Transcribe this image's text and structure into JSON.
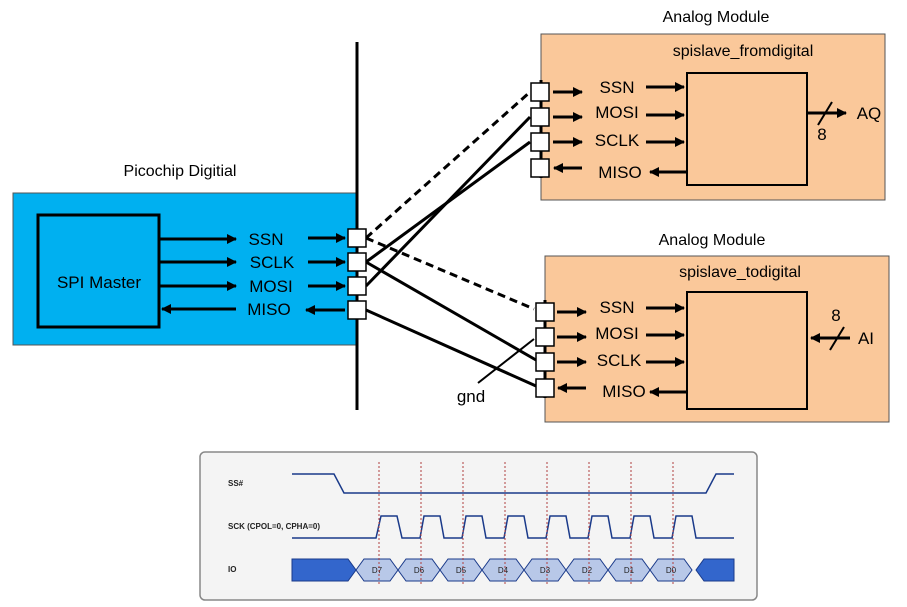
{
  "picochip": {
    "title": "Picochip Digitial",
    "block": "SPI Master",
    "signals": [
      "SSN",
      "SCLK",
      "MOSI",
      "MISO"
    ]
  },
  "module_top": {
    "title": "Analog Module",
    "block": "spislave_fromdigital",
    "signals": [
      "SSN",
      "MOSI",
      "SCLK",
      "MISO"
    ],
    "bus_label": "AQ",
    "bus_width": "8"
  },
  "module_bottom": {
    "title": "Analog Module",
    "block": "spislave_todigital",
    "signals": [
      "SSN",
      "MOSI",
      "SCLK",
      "MISO"
    ],
    "bus_label": "AI",
    "bus_width": "8"
  },
  "gnd_label": "gnd",
  "timing": {
    "rows": [
      "SS#",
      "SCK (CPOL=0, CPHA=0)",
      "IO"
    ],
    "bits": [
      "D7",
      "D6",
      "D5",
      "D4",
      "D3",
      "D2",
      "D1",
      "D0"
    ]
  },
  "colors": {
    "picochip_fill": "#00b0f0",
    "module_fill": "#fac89a",
    "timing_blue": "#3366cc",
    "timing_bit_fill": "#b8c8e8",
    "edge_marker": "#b04040"
  }
}
